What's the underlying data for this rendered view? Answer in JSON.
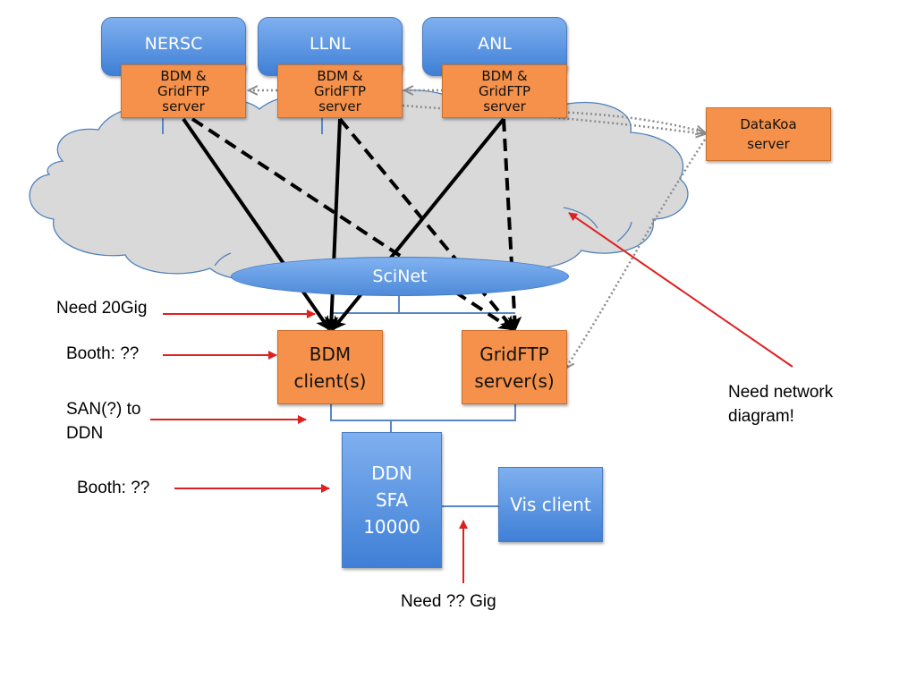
{
  "sites": [
    {
      "name": "NERSC",
      "server": [
        "BDM &",
        "GridFTP",
        "server"
      ]
    },
    {
      "name": "LLNL",
      "server": [
        "BDM &",
        "GridFTP",
        "server"
      ]
    },
    {
      "name": "ANL",
      "server": [
        "BDM &",
        "GridFTP",
        "server"
      ]
    }
  ],
  "datakoa": [
    "DataKoa",
    "server"
  ],
  "scinet": "SciNet",
  "bdm_client": [
    "BDM",
    "client(s)"
  ],
  "gridftp_server": [
    "GridFTP",
    "server(s)"
  ],
  "ddn": [
    "DDN",
    "SFA",
    "10000"
  ],
  "vis_client": "Vis client",
  "annotations": {
    "need_20gig": "Need 20Gig",
    "booth_1": "Booth: ??",
    "san_to_ddn": [
      "SAN(?) to",
      "DDN"
    ],
    "booth_2": "Booth: ??",
    "need_gig": "Need ?? Gig",
    "need_network": [
      "Need network",
      "diagram!"
    ]
  },
  "colors": {
    "site_blue": "#4f8ad9",
    "server_orange": "#f5914a",
    "cloud_fill": "#d9d9d9",
    "cloud_stroke": "#4f81bd",
    "arrow_red": "#e02020",
    "connector_blue": "#5b86c4"
  }
}
